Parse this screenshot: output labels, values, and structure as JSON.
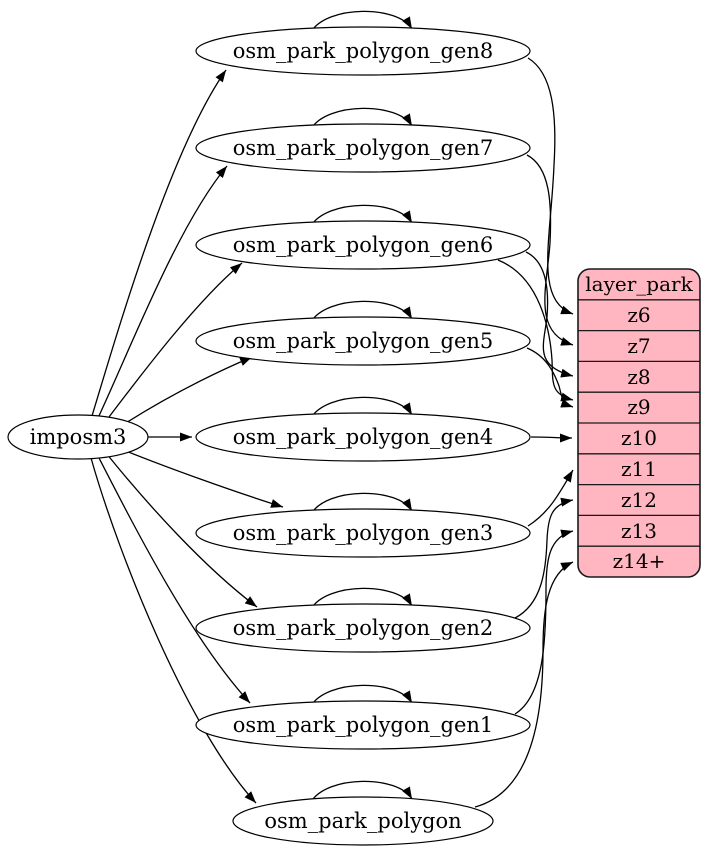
{
  "diagram": {
    "source": {
      "id": "imposm3",
      "label": "imposm3"
    },
    "tables": [
      {
        "id": "gen8",
        "label": "osm_park_polygon_gen8"
      },
      {
        "id": "gen7",
        "label": "osm_park_polygon_gen7"
      },
      {
        "id": "gen6",
        "label": "osm_park_polygon_gen6"
      },
      {
        "id": "gen5",
        "label": "osm_park_polygon_gen5"
      },
      {
        "id": "gen4",
        "label": "osm_park_polygon_gen4"
      },
      {
        "id": "gen3",
        "label": "osm_park_polygon_gen3"
      },
      {
        "id": "gen2",
        "label": "osm_park_polygon_gen2"
      },
      {
        "id": "gen1",
        "label": "osm_park_polygon_gen1"
      },
      {
        "id": "polygon",
        "label": "osm_park_polygon"
      }
    ],
    "layer": {
      "title": "layer_park",
      "zoom_rows": [
        "z6",
        "z7",
        "z8",
        "z9",
        "z10",
        "z11",
        "z12",
        "z13",
        "z14+"
      ]
    },
    "edges": {
      "from_source": [
        "osm_park_polygon_gen8",
        "osm_park_polygon_gen7",
        "osm_park_polygon_gen6",
        "osm_park_polygon_gen5",
        "osm_park_polygon_gen4",
        "osm_park_polygon_gen3",
        "osm_park_polygon_gen2",
        "osm_park_polygon_gen1",
        "osm_park_polygon"
      ],
      "self_loops": [
        "osm_park_polygon_gen8",
        "osm_park_polygon_gen7",
        "osm_park_polygon_gen6",
        "osm_park_polygon_gen5",
        "osm_park_polygon_gen4",
        "osm_park_polygon_gen3",
        "osm_park_polygon_gen2",
        "osm_park_polygon_gen1",
        "osm_park_polygon"
      ],
      "to_layer": [
        {
          "from": "osm_park_polygon_gen8",
          "to": "z6"
        },
        {
          "from": "osm_park_polygon_gen7",
          "to": "z7"
        },
        {
          "from": "osm_park_polygon_gen6",
          "to": "z8"
        },
        {
          "from": "osm_park_polygon_gen6",
          "to": "z9"
        },
        {
          "from": "osm_park_polygon_gen5",
          "to": "z9"
        },
        {
          "from": "osm_park_polygon_gen4",
          "to": "z10"
        },
        {
          "from": "osm_park_polygon_gen3",
          "to": "z11"
        },
        {
          "from": "osm_park_polygon_gen2",
          "to": "z12"
        },
        {
          "from": "osm_park_polygon_gen1",
          "to": "z13"
        },
        {
          "from": "osm_park_polygon",
          "to": "z14+"
        }
      ]
    },
    "colors": {
      "layer_fill": "#ffb6c1",
      "layer_stroke": "#1a1a1a",
      "node_fill": "#ffffff",
      "edge": "#000000"
    }
  }
}
